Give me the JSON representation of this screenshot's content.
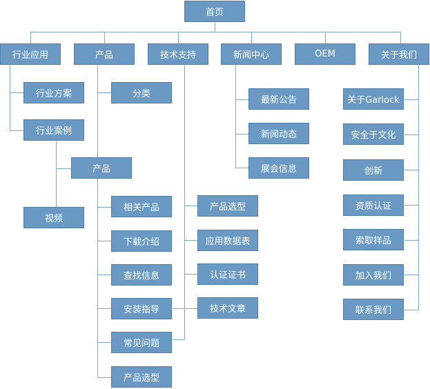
{
  "style": {
    "box_fill": "#6a9ac3",
    "box_border": "#4f7ea8",
    "line_color": "#7ea7c8"
  },
  "nodes": {
    "home": "首页",
    "industry": "行业应用",
    "products": "产品",
    "tech": "技术支持",
    "news": "新闻中心",
    "oem": "OEM",
    "about": "关于我们",
    "ind_solutions": "行业方案",
    "ind_cases": "行业案例",
    "case_products": "产品",
    "videos": "视频",
    "categories": "分类",
    "related": "相关产品",
    "downloads": "下载介绍",
    "find_info": "查找信息",
    "install": "安装指导",
    "faq": "常见问题",
    "selection": "产品选型",
    "tech_selection": "产品选型",
    "app_data": "应用数据表",
    "certs": "认证证书",
    "articles": "技术文章",
    "news_latest": "最新公告",
    "news_dynamic": "新闻动态",
    "news_expo": "展会信息",
    "about_garlock": "关于Garlock",
    "about_safety": "安全于文化",
    "about_innov": "创新",
    "about_qual": "资质认证",
    "about_samples": "索取样品",
    "about_join": "加入我们",
    "about_contact": "联系我们"
  }
}
